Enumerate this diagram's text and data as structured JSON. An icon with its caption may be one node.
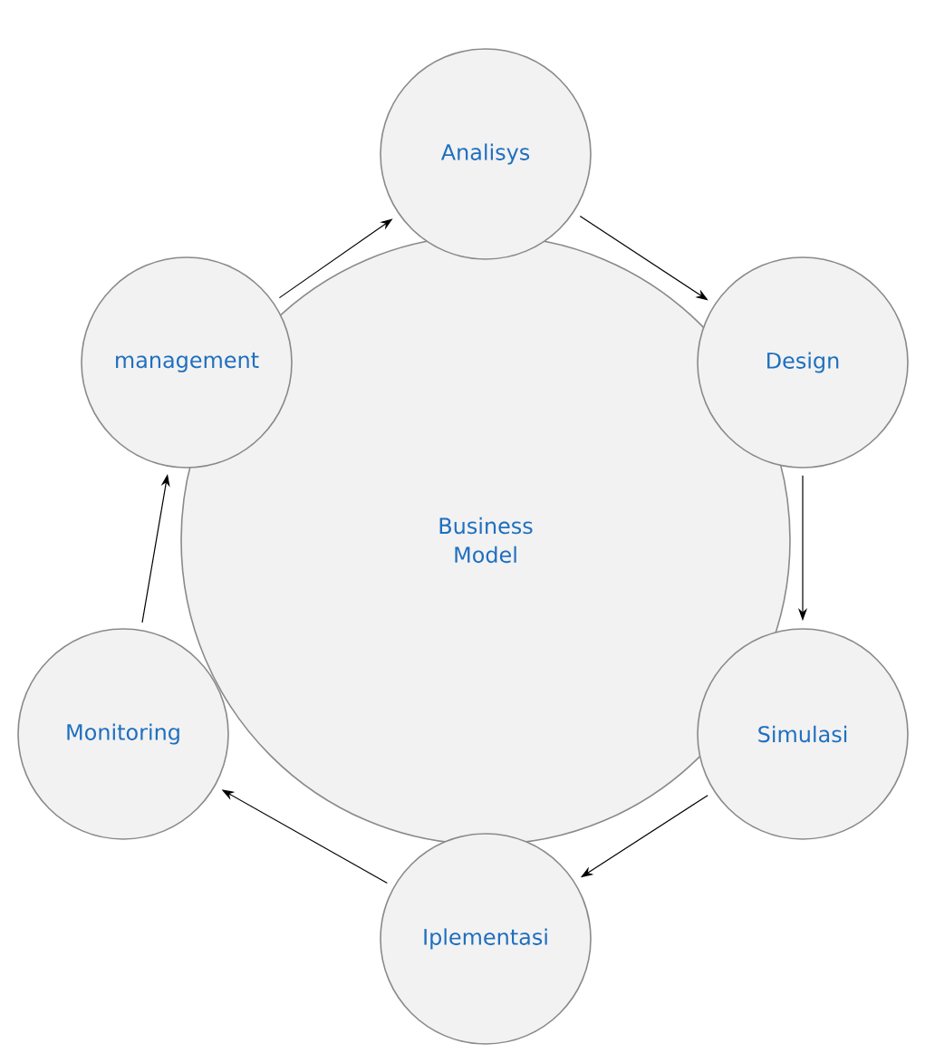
{
  "diagram": {
    "nodes": [
      {
        "text": [
          "Business Model"
        ]
      },
      {
        "text": [
          "Analisys"
        ]
      },
      {
        "text": [
          "management"
        ]
      },
      {
        "text": [
          "Design"
        ]
      },
      {
        "text": [
          "Monitoring"
        ]
      },
      {
        "text": [
          "Simulasi"
        ]
      },
      {
        "text": [
          "Iplementasi"
        ]
      }
    ],
    "edges": [
      {
        "from": 2,
        "to": 1,
        "arrow": "to"
      },
      {
        "from": 1,
        "to": 3,
        "arrow": "to"
      },
      {
        "from": 3,
        "to": 5,
        "arrow": "to"
      },
      {
        "from": 5,
        "to": 6,
        "arrow": "to"
      },
      {
        "from": 6,
        "to": 4,
        "arrow": "to"
      },
      {
        "from": 4,
        "to": 2,
        "arrow": "to"
      }
    ]
  }
}
